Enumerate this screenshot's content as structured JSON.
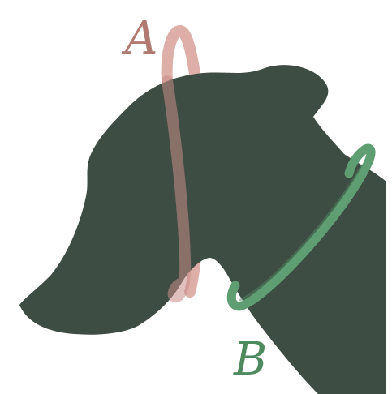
{
  "labels": {
    "a": "A",
    "b": "B"
  },
  "colors": {
    "background": "#ffffff",
    "silhouette": "#3e4d44",
    "ring_a": "#d8a09a",
    "ring_a_edge": "#c78e88",
    "label_a": "#b07a72",
    "ring_b": "#5f9e73",
    "ring_b_edge": "#4e8a60",
    "label_b": "#4f8a5f"
  },
  "shapes": {
    "silhouette": "dog-head-silhouette",
    "ring_a": "measurement-ring-a",
    "ring_b": "measurement-ring-b"
  }
}
